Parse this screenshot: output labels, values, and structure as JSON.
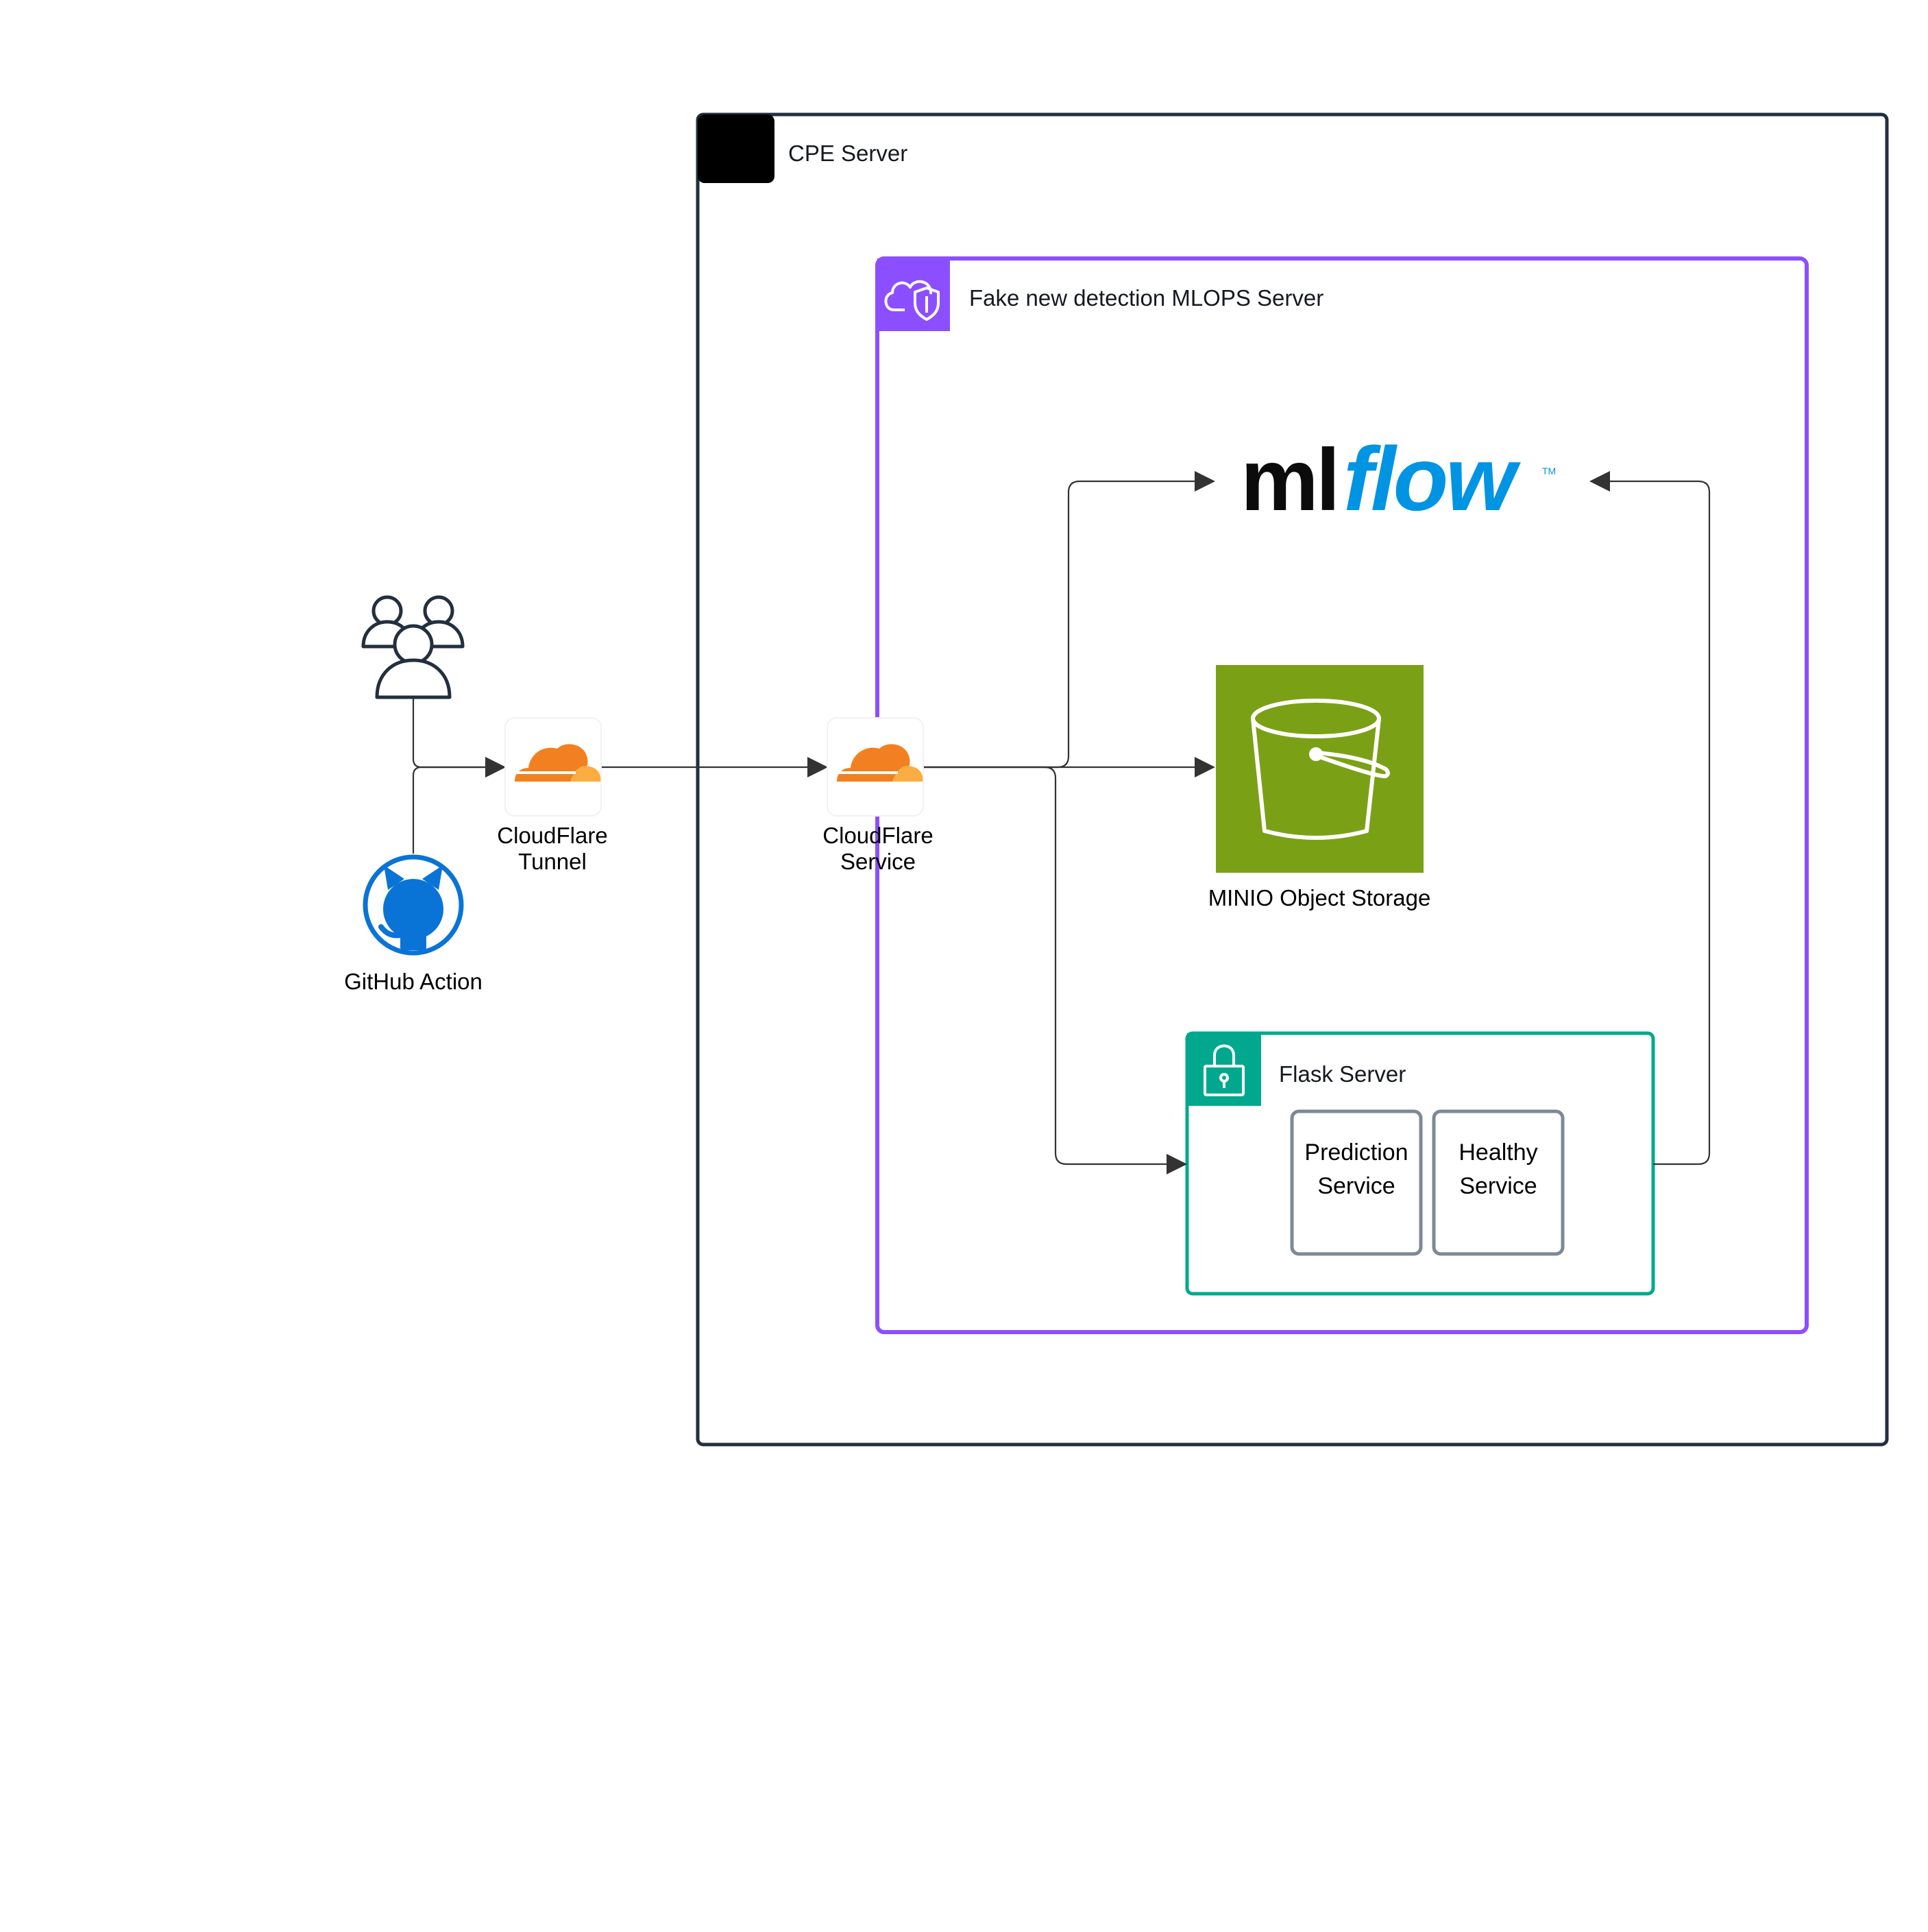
{
  "groups": {
    "cpe": {
      "label": "CPE Server"
    },
    "mlops": {
      "label": "Fake new detection MLOPS Server"
    },
    "flask": {
      "label": "Flask Server"
    }
  },
  "nodes": {
    "users": {
      "icon": "users-icon"
    },
    "github": {
      "label": "GitHub Action",
      "icon": "github-icon"
    },
    "cf_tunnel": {
      "label_line1": "CloudFlare",
      "label_line2": "Tunnel",
      "icon": "cloudflare-icon"
    },
    "cf_service": {
      "label_line1": "CloudFlare",
      "label_line2": "Service",
      "icon": "cloudflare-icon"
    },
    "mlflow": {
      "logo_part1": "ml",
      "logo_part2": "flow",
      "tm": "TM"
    },
    "minio": {
      "label": "MINIO Object Storage",
      "icon": "bucket-icon"
    },
    "prediction": {
      "label_line1": "Prediction",
      "label_line2": "Service"
    },
    "healthy": {
      "label_line1": "Healthy",
      "label_line2": "Service"
    }
  },
  "colors": {
    "cpe_border": "#232f3e",
    "mlops_border": "#8c4fff",
    "flask_border": "#01a88d",
    "minio_fill": "#7aa116",
    "cloudflare_orange": "#f38020",
    "cloudflare_light": "#fbad41",
    "github_blue": "#0a74d6",
    "mlflow_blue": "#0194e2"
  }
}
